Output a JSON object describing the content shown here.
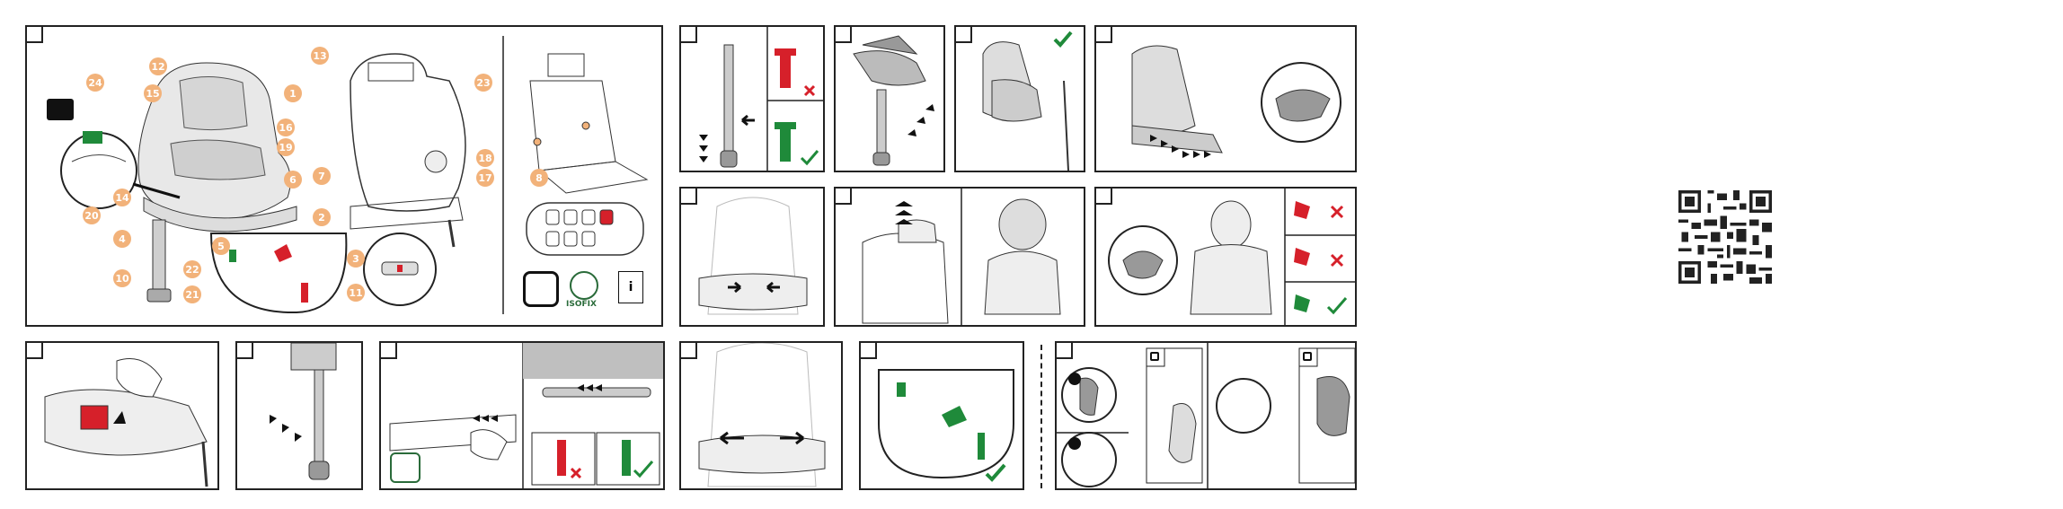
{
  "colors": {
    "accent_orange": "#f2b27a",
    "ok_green": "#1f8a3a",
    "bad_red": "#d6202a",
    "line": "#222222",
    "grey": "#bfbfbf"
  },
  "icons": [
    "manual-book-icon",
    "seat-isofix-icon",
    "isofix-logo-icon",
    "info-booklet-icon",
    "check-icon",
    "cross-icon",
    "sound-icon",
    "lock-icon",
    "unlock-icon",
    "qr-code-icon"
  ],
  "parts": {
    "callouts": [
      "24",
      "12",
      "15",
      "1",
      "16",
      "19",
      "6",
      "14",
      "20",
      "4",
      "5",
      "22",
      "21",
      "10",
      "3",
      "11",
      "13",
      "23",
      "7",
      "2",
      "18",
      "17",
      "8"
    ]
  },
  "logos": {
    "isofix": "ISOFIX",
    "info": "i"
  }
}
